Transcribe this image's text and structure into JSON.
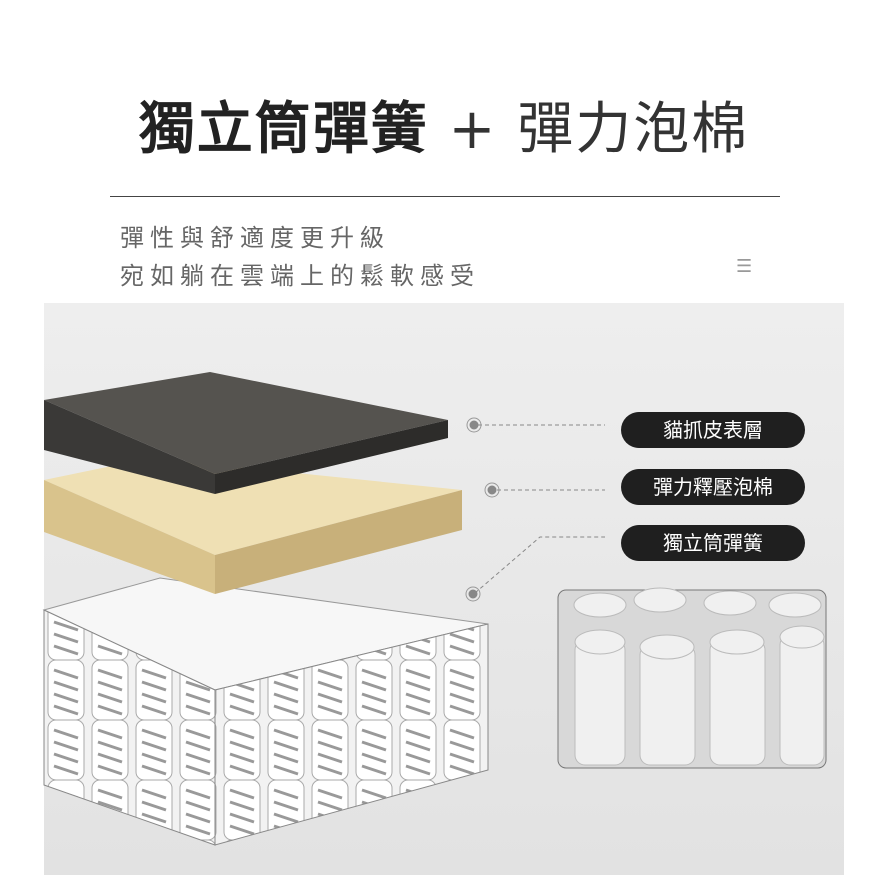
{
  "header": {
    "title_bold": "獨立筒彈簧",
    "title_plus": "+",
    "title_light": "彈力泡棉"
  },
  "subtitle": {
    "line1": "彈性與舒適度更升級",
    "line2": "宛如躺在雲端上的鬆軟感受"
  },
  "menu_icon": "☰",
  "labels": [
    "貓抓皮表層",
    "彈力釋壓泡棉",
    "獨立筒彈簧"
  ],
  "colors": {
    "top_layer": "#4a4a48",
    "foam": "#e3cf9c",
    "pill": "#1f1f1f"
  }
}
